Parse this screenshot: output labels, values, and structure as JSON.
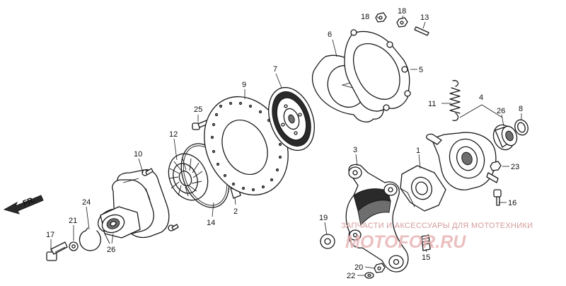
{
  "front_marker": {
    "label": "FR."
  },
  "callouts": {
    "p1": "1",
    "p2": "2",
    "p3": "3",
    "p4": "4",
    "p5": "5",
    "p6": "6",
    "p7": "7",
    "p8": "8",
    "p9": "9",
    "p10": "10",
    "p11": "11",
    "p12": "12",
    "p13": "13",
    "p14": "14",
    "p15": "15",
    "p16": "16",
    "p17": "17",
    "p18a": "18",
    "p18b": "18",
    "p19": "19",
    "p20": "20",
    "p21": "21",
    "p22": "22",
    "p23": "23",
    "p24": "24",
    "p25": "25",
    "p26a": "26",
    "p26b": "26"
  },
  "watermark": {
    "text": "ЗАПЧАСТИ И АКСЕССУАРЫ ДЛЯ МОТОТЕХНИКИ",
    "logo": "MOTOFOR.RU"
  }
}
